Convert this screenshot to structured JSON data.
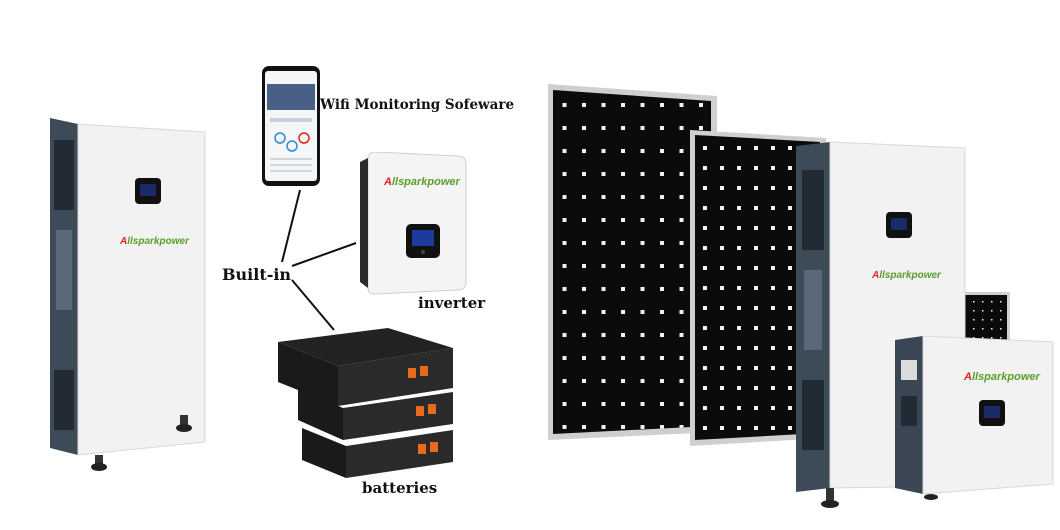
{
  "labels": {
    "wifi": "Wifi Monitoring Sofeware",
    "built_in": "Built-in",
    "inverter": "inverter",
    "batteries": "batteries"
  },
  "brand": {
    "first_letter": "A",
    "rest": "llsparkpower",
    "colors": {
      "accent_red": "#e2231a",
      "accent_green": "#5a9e2a"
    }
  }
}
